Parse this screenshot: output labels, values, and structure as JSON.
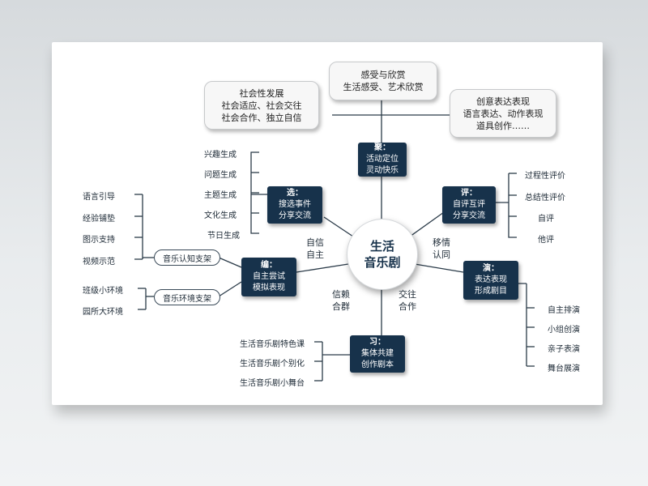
{
  "center": {
    "line1": "生活",
    "line2": "音乐剧"
  },
  "top_bubbles": {
    "left": {
      "line1": "社会性发展",
      "line2": "社会适应、社会交往",
      "line3": "社会合作、独立自信"
    },
    "middle": {
      "line1": "感受与欣赏",
      "line2": "生活感受、艺术欣赏"
    },
    "right": {
      "line1": "创意表达表现",
      "line2": "语言表达、动作表现",
      "line3": "道具创作……"
    }
  },
  "nodes": {
    "ju": {
      "title": "聚：",
      "line1": "活动定位",
      "line2": "灵动快乐"
    },
    "xuan": {
      "title": "选：",
      "line1": "搜选事件",
      "line2": "分享交流"
    },
    "ping": {
      "title": "评：",
      "line1": "自评互评",
      "line2": "分享交流"
    },
    "bian": {
      "title": "编：",
      "line1": "自主尝试",
      "line2": "模拟表现"
    },
    "yan": {
      "title": "演：",
      "line1": "表达表现",
      "line2": "形成剧目"
    },
    "xi": {
      "title": "习：",
      "line1": "集体共建",
      "line2": "创作剧本"
    }
  },
  "side_labels": {
    "upper_left": {
      "line1": "自信",
      "line2": "自主"
    },
    "upper_right": {
      "line1": "移情",
      "line2": "认同"
    },
    "lower_left": {
      "line1": "信赖",
      "line2": "合群"
    },
    "lower_right": {
      "line1": "交往",
      "line2": "合作"
    }
  },
  "xuan_items": [
    "兴趣生成",
    "问题生成",
    "主题生成",
    "文化生成",
    "节日生成"
  ],
  "ping_items": [
    "过程性评价",
    "总结性评价",
    "自评",
    "他评"
  ],
  "yan_items": [
    "自主排演",
    "小组创演",
    "亲子表演",
    "舞台展演"
  ],
  "xi_items": [
    "生活音乐剧特色课",
    "生活音乐剧个别化",
    "生活音乐剧小舞台"
  ],
  "support_labels": {
    "cognitive": "音乐认知支架",
    "environment": "音乐环境支架"
  },
  "cognitive_items": [
    "语言引导",
    "经验铺垫",
    "图示支持",
    "视频示范"
  ],
  "environment_items": [
    "班级小环境",
    "园所大环境"
  ]
}
